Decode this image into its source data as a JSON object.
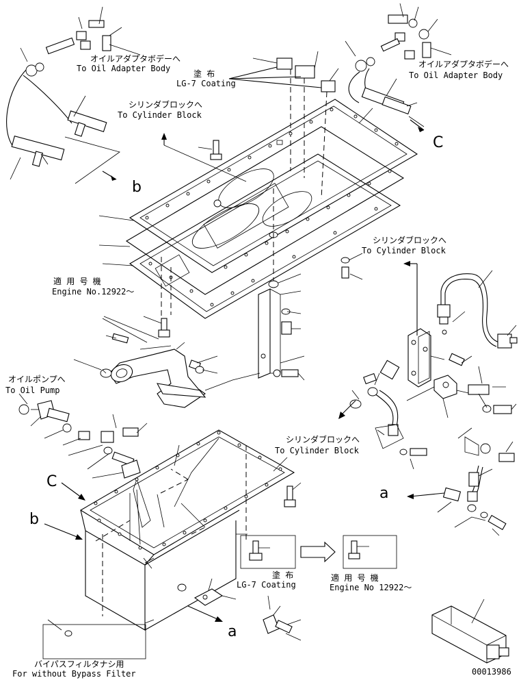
{
  "labels": {
    "oil_adapter_left_jp": "オイルアダプタボデーへ",
    "oil_adapter_left_en": "To Oil Adapter Body",
    "oil_adapter_right_jp": "オイルアダプタボデーへ",
    "oil_adapter_right_en": "To Oil Adapter Body",
    "coating_top_jp": "塗 布",
    "coating_top_en": "LG-7 Coating",
    "cyl_block_top_jp": "シリンダブロックへ",
    "cyl_block_top_en": "To Cylinder Block",
    "cyl_block_mid_jp": "シリンダブロックへ",
    "cyl_block_mid_en": "To Cylinder Block",
    "engine_no_left_jp": "適 用 号 機",
    "engine_no_left_en": "Engine No.12922～",
    "oil_pump_jp": "オイルポンプへ",
    "oil_pump_en": "To Oil Pump",
    "cyl_block_low_jp": "シリンダブロックへ",
    "cyl_block_low_en": "To Cylinder Block",
    "coating_bottom_jp": "塗 布",
    "coating_bottom_en": "LG-7 Coating",
    "engine_no_bottom_jp": "適 用 号 機",
    "engine_no_bottom_en": "Engine No 12922～",
    "bypass_jp": "バイパスフィルタナシ用",
    "bypass_en": "For without Bypass Filter",
    "drawing_number": "00013986"
  },
  "refs": {
    "b_top": "b",
    "c_top": "C",
    "c_pan": "C",
    "b_pan": "b",
    "a_right": "a",
    "a_bottom": "a"
  }
}
